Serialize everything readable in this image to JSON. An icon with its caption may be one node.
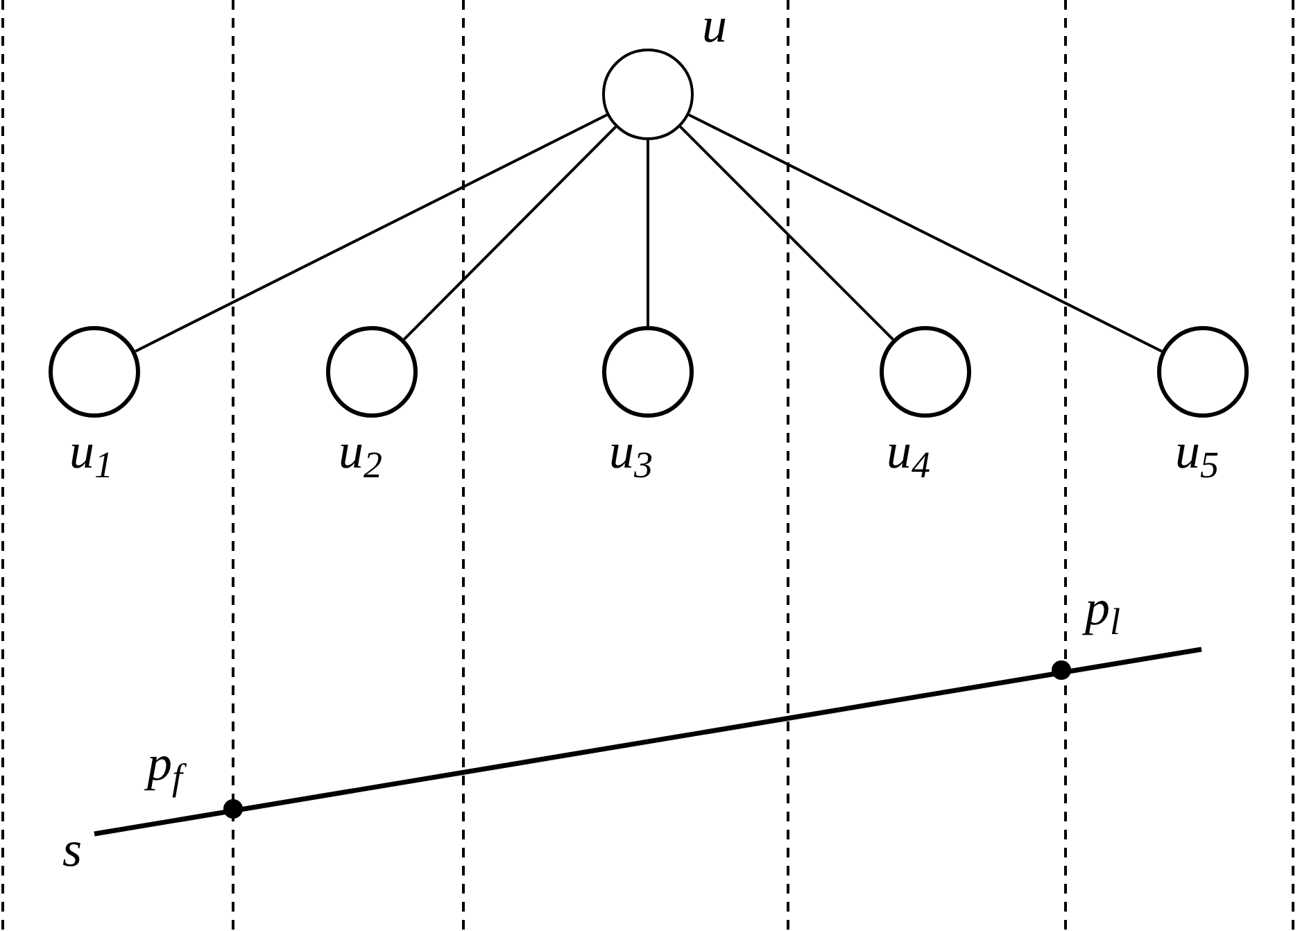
{
  "diagram": {
    "nodes": [
      {
        "text": [
          "u"
        ]
      },
      {
        "text": [
          "u$_{1}$"
        ]
      },
      {
        "text": [
          "u$_{2}$"
        ]
      },
      {
        "text": [
          "u$_{3}$"
        ]
      },
      {
        "text": [
          "u$_{4}$"
        ]
      },
      {
        "text": [
          "u$_{5}$"
        ]
      }
    ],
    "edges": [
      {
        "from": 0,
        "to": 1,
        "arrow": "none"
      },
      {
        "from": 0,
        "to": 2,
        "arrow": "none"
      },
      {
        "from": 0,
        "to": 3,
        "arrow": "none"
      },
      {
        "from": 0,
        "to": 4,
        "arrow": "none"
      },
      {
        "from": 0,
        "to": 5,
        "arrow": "none"
      }
    ],
    "labels": [
      "p$_{l}$",
      "p$_{f}$",
      "s"
    ]
  }
}
